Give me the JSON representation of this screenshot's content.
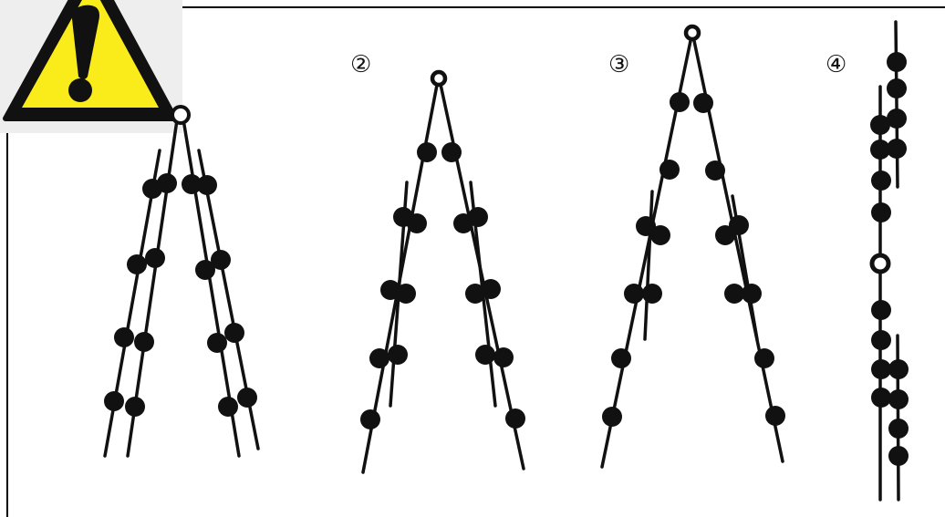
{
  "labels": {
    "step2": "②",
    "step3": "③",
    "step4": "④"
  },
  "icons": {
    "warning": "warning-triangle-icon"
  },
  "colors": {
    "ink": "#111111",
    "warning_fill": "#f9ec1a",
    "warning_stroke": "#111111",
    "warning_bg": "#eeeeee",
    "frame": "#000000"
  }
}
